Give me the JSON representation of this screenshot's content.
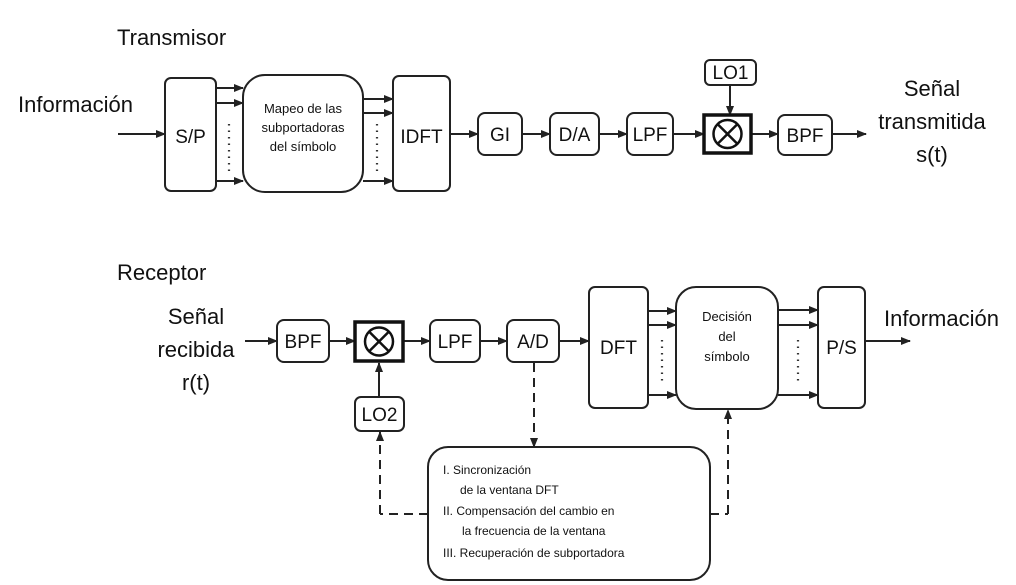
{
  "transmitter": {
    "title": "Transmisor",
    "input_label": "Información",
    "sp": "S/P",
    "mapping": [
      "Mapeo de las",
      "subportadoras",
      "del símbolo"
    ],
    "idft": "IDFT",
    "gi": "GI",
    "da": "D/A",
    "lpf": "LPF",
    "lo": "LO1",
    "bpf": "BPF",
    "output_label": [
      "Señal",
      "transmitida",
      "s(t)"
    ]
  },
  "receiver": {
    "title": "Receptor",
    "input_label": [
      "Señal",
      "recibida",
      "r(t)"
    ],
    "bpf": "BPF",
    "lpf": "LPF",
    "ad": "A/D",
    "lo": "LO2",
    "dft": "DFT",
    "decision": [
      "Decisión",
      "del",
      "símbolo"
    ],
    "ps": "P/S",
    "output_label": "Información",
    "sync": [
      "I. Sincronización",
      "de la ventana DFT",
      "II. Compensación del cambio en",
      "la frecuencia de la ventana",
      "III. Recuperación de subportadora"
    ]
  }
}
